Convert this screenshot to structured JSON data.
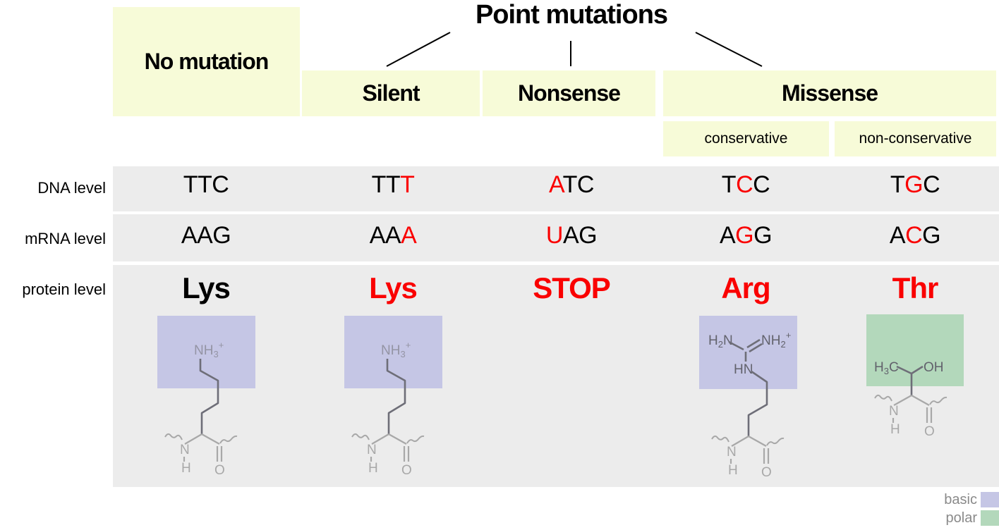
{
  "title": "Point mutations",
  "colors": {
    "header_bg": "#f7fbd8",
    "band_bg": "#ececec",
    "basic": "#c5c6e5",
    "polar": "#b3d8bb",
    "red": "#fa0000",
    "black": "#000000",
    "chain_dark": "#6e6e78",
    "chain_light": "#a8a8a8",
    "label_light": "#9494a4",
    "label_dark": "#62626c",
    "legend_text": "#8a8a8a"
  },
  "headers": {
    "no_mutation": "No mutation",
    "silent": "Silent",
    "nonsense": "Nonsense",
    "missense": "Missense",
    "conservative": "conservative",
    "non_conservative": "non-conservative"
  },
  "row_labels": {
    "dna": "DNA level",
    "mrna": "mRNA level",
    "protein": "protein level"
  },
  "columns": [
    {
      "id": "no_mutation",
      "dna": [
        {
          "t": "TTC",
          "c": "#000000"
        }
      ],
      "mrna": [
        {
          "t": "AAG",
          "c": "#000000"
        }
      ],
      "protein": {
        "t": "Lys",
        "c": "#000000"
      }
    },
    {
      "id": "silent",
      "dna": [
        {
          "t": "TT",
          "c": "#000000"
        },
        {
          "t": "T",
          "c": "#fa0000"
        }
      ],
      "mrna": [
        {
          "t": "AA",
          "c": "#000000"
        },
        {
          "t": "A",
          "c": "#fa0000"
        }
      ],
      "protein": {
        "t": "Lys",
        "c": "#fa0000"
      }
    },
    {
      "id": "nonsense",
      "dna": [
        {
          "t": "A",
          "c": "#fa0000"
        },
        {
          "t": "TC",
          "c": "#000000"
        }
      ],
      "mrna": [
        {
          "t": "U",
          "c": "#fa0000"
        },
        {
          "t": "AG",
          "c": "#000000"
        }
      ],
      "protein": {
        "t": "STOP",
        "c": "#fa0000"
      }
    },
    {
      "id": "missense_conservative",
      "dna": [
        {
          "t": "T",
          "c": "#000000"
        },
        {
          "t": "C",
          "c": "#fa0000"
        },
        {
          "t": "C",
          "c": "#000000"
        }
      ],
      "mrna": [
        {
          "t": "A",
          "c": "#000000"
        },
        {
          "t": "G",
          "c": "#fa0000"
        },
        {
          "t": "G",
          "c": "#000000"
        }
      ],
      "protein": {
        "t": "Arg",
        "c": "#fa0000"
      }
    },
    {
      "id": "missense_non_conservative",
      "dna": [
        {
          "t": "T",
          "c": "#000000"
        },
        {
          "t": "G",
          "c": "#fa0000"
        },
        {
          "t": "C",
          "c": "#000000"
        }
      ],
      "mrna": [
        {
          "t": "A",
          "c": "#000000"
        },
        {
          "t": "C",
          "c": "#fa0000"
        },
        {
          "t": "G",
          "c": "#000000"
        }
      ],
      "protein": {
        "t": "Thr",
        "c": "#fa0000"
      }
    }
  ],
  "structures": {
    "lys": {
      "amine_main": "NH",
      "amine_sub": "3",
      "amine_sup": "+",
      "n": "N",
      "h": "H",
      "o": "O"
    },
    "arg": {
      "h2n_h": "H",
      "h2n_sub": "2",
      "h2n_n": "N",
      "nh2_main": "NH",
      "nh2_sub": "2",
      "nh2_sup": "+",
      "hn": "HN",
      "n": "N",
      "h": "H",
      "o": "O"
    },
    "thr": {
      "h3c_h": "H",
      "h3c_sub": "3",
      "h3c_c": "C",
      "oh": "OH",
      "n": "N",
      "h": "H",
      "o": "O"
    }
  },
  "legend": {
    "items": [
      {
        "label": "basic",
        "color": "#c5c6e5"
      },
      {
        "label": "polar",
        "color": "#b3d8bb"
      }
    ]
  }
}
